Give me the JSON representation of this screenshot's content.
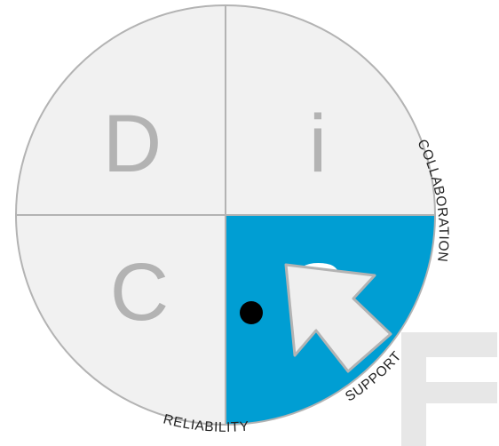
{
  "quadrants": [
    {
      "id": "top-left",
      "letter": "D",
      "fill": "#f1f1f1",
      "highlighted": false
    },
    {
      "id": "top-right",
      "letter": "i",
      "fill": "#f1f1f1",
      "highlighted": false
    },
    {
      "id": "bottom-left",
      "letter": "C",
      "fill": "#f1f1f1",
      "highlighted": false
    },
    {
      "id": "bottom-right",
      "letter": "S",
      "fill": "#009ed3",
      "highlighted": true
    }
  ],
  "arc_labels": {
    "collaboration": "COLLABORATION",
    "support": "SUPPORT",
    "reliability": "RELIABILITY"
  },
  "colors": {
    "highlight": "#009ed3",
    "quadrant_fill": "#f1f1f1",
    "divider": "#b3b3b3",
    "letter": "#b3b3b3",
    "dot": "#000000",
    "cursor_fill": "#efefef",
    "cursor_stroke": "#b3b3b3",
    "watermark": "#e7e7e7"
  },
  "marker": {
    "type": "dot",
    "color": "#000000"
  },
  "cursor": {
    "icon": "arrow-cursor-icon"
  },
  "watermark": {
    "icon": "letter-e-watermark-icon"
  }
}
